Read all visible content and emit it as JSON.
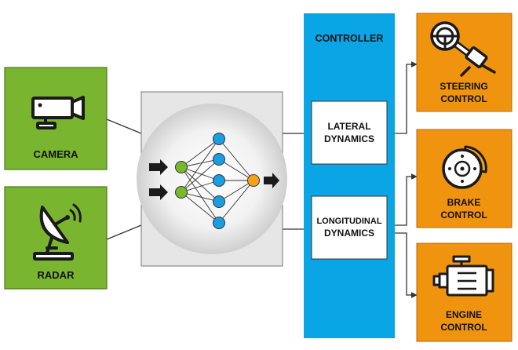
{
  "sensors": {
    "camera": {
      "label": "CAMERA",
      "icon": "camera-icon"
    },
    "radar": {
      "label": "RADAR",
      "icon": "radar-dish-icon"
    }
  },
  "network": {
    "icon": "neural-network-icon",
    "input_nodes": 2,
    "hidden_nodes": 5,
    "output_nodes": 1
  },
  "controller": {
    "title": "CONTROLLER",
    "lateral": {
      "line1": "LATERAL",
      "line2": "DYNAMICS"
    },
    "longitudinal": {
      "line1": "LONGITUDINAL",
      "line2": "DYNAMICS"
    }
  },
  "outputs": {
    "steering": {
      "line1": "STEERING",
      "line2": "CONTROL",
      "icon": "steering-wheel-icon"
    },
    "brake": {
      "line1": "BRAKE",
      "line2": "CONTROL",
      "icon": "brake-disc-icon"
    },
    "engine": {
      "line1": "ENGINE",
      "line2": "CONTROL",
      "icon": "engine-icon"
    }
  },
  "colors": {
    "sensor_green": "#7ab530",
    "controller_blue": "#0aa5e4",
    "output_orange": "#f0940f",
    "node_green": "#78b82a",
    "node_blue": "#1a9ee0",
    "node_orange": "#f4a21a"
  }
}
